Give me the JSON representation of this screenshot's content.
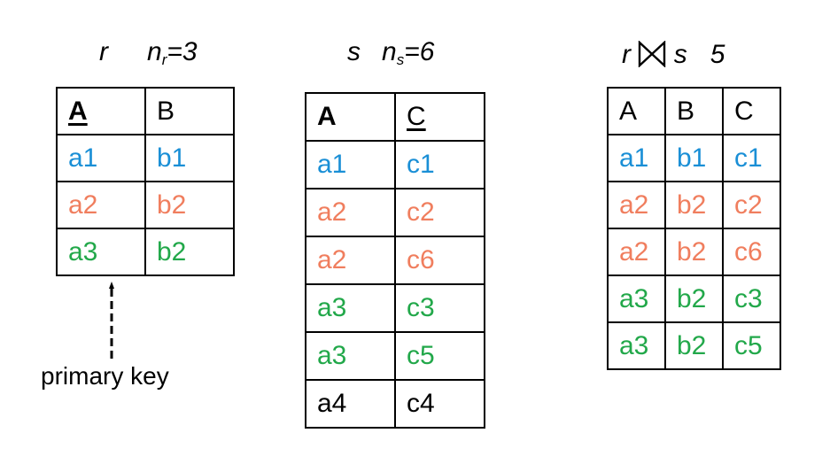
{
  "colors": {
    "row1": "#1a8fd6",
    "row2": "#f07e5e",
    "row3": "#22a84a",
    "row4": "#000000"
  },
  "relation_r": {
    "name": "r",
    "size_prefix": "n",
    "size_sub": "r",
    "size_value": "=3",
    "headers": [
      "A",
      "B"
    ],
    "rows": [
      [
        "a1",
        "b1"
      ],
      [
        "a2",
        "b2"
      ],
      [
        "a3",
        "b2"
      ]
    ],
    "row_colors": [
      "row1",
      "row2",
      "row3"
    ]
  },
  "relation_s": {
    "name": "s",
    "size_prefix": "n",
    "size_sub": "s",
    "size_value": "=6",
    "headers": [
      "A",
      "C"
    ],
    "rows": [
      [
        "a1",
        "c1"
      ],
      [
        "a2",
        "c2"
      ],
      [
        "a2",
        "c6"
      ],
      [
        "a3",
        "c3"
      ],
      [
        "a3",
        "c5"
      ],
      [
        "a4",
        "c4"
      ]
    ],
    "row_colors": [
      "row1",
      "row2",
      "row2",
      "row3",
      "row3",
      "row4"
    ]
  },
  "join": {
    "left": "r",
    "symbol": "⋈",
    "right": "s",
    "count": "5",
    "headers": [
      "A",
      "B",
      "C"
    ],
    "rows": [
      [
        "a1",
        "b1",
        "c1"
      ],
      [
        "a2",
        "b2",
        "c2"
      ],
      [
        "a2",
        "b2",
        "c6"
      ],
      [
        "a3",
        "b2",
        "c3"
      ],
      [
        "a3",
        "b2",
        "c5"
      ]
    ],
    "row_colors": [
      "row1",
      "row2",
      "row2",
      "row3",
      "row3"
    ]
  },
  "annotation": {
    "label": "primary key",
    "arrow_icon": "dashed-up-arrow-icon"
  }
}
